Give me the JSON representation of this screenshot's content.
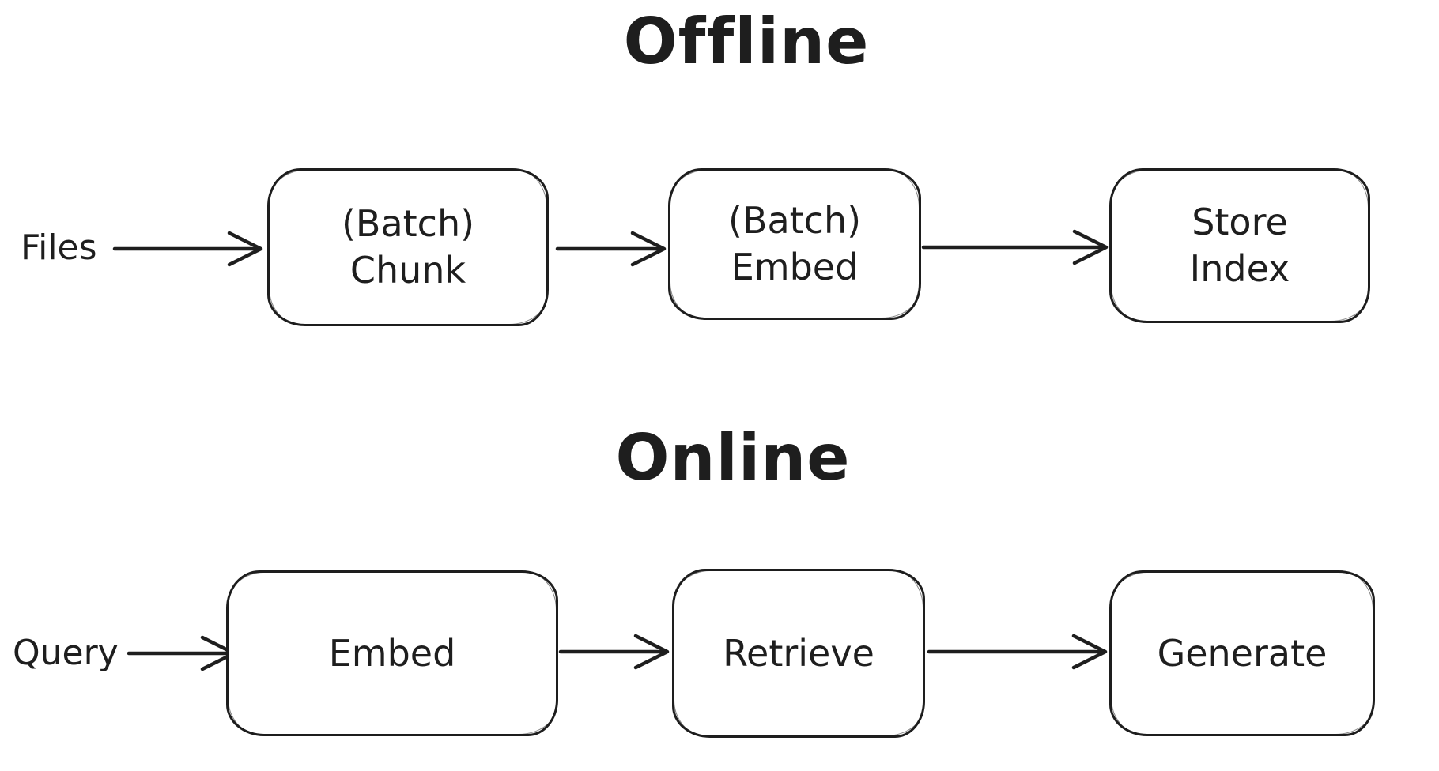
{
  "colors": {
    "stroke": "#1e1e1e",
    "text": "#1e1e1e",
    "background": "#ffffff"
  },
  "diagram_type": "flowchart",
  "sections": [
    {
      "title": "Offline",
      "input_label": "Files",
      "nodes": [
        {
          "label": "(Batch)\nChunk"
        },
        {
          "label": "(Batch)\nEmbed"
        },
        {
          "label": "Store\nIndex"
        }
      ],
      "flow": "Files -> (Batch) Chunk -> (Batch) Embed -> Store Index"
    },
    {
      "title": "Online",
      "input_label": "Query",
      "nodes": [
        {
          "label": "Embed"
        },
        {
          "label": "Retrieve"
        },
        {
          "label": "Generate"
        }
      ],
      "flow": "Query -> Embed -> Retrieve -> Generate"
    }
  ]
}
